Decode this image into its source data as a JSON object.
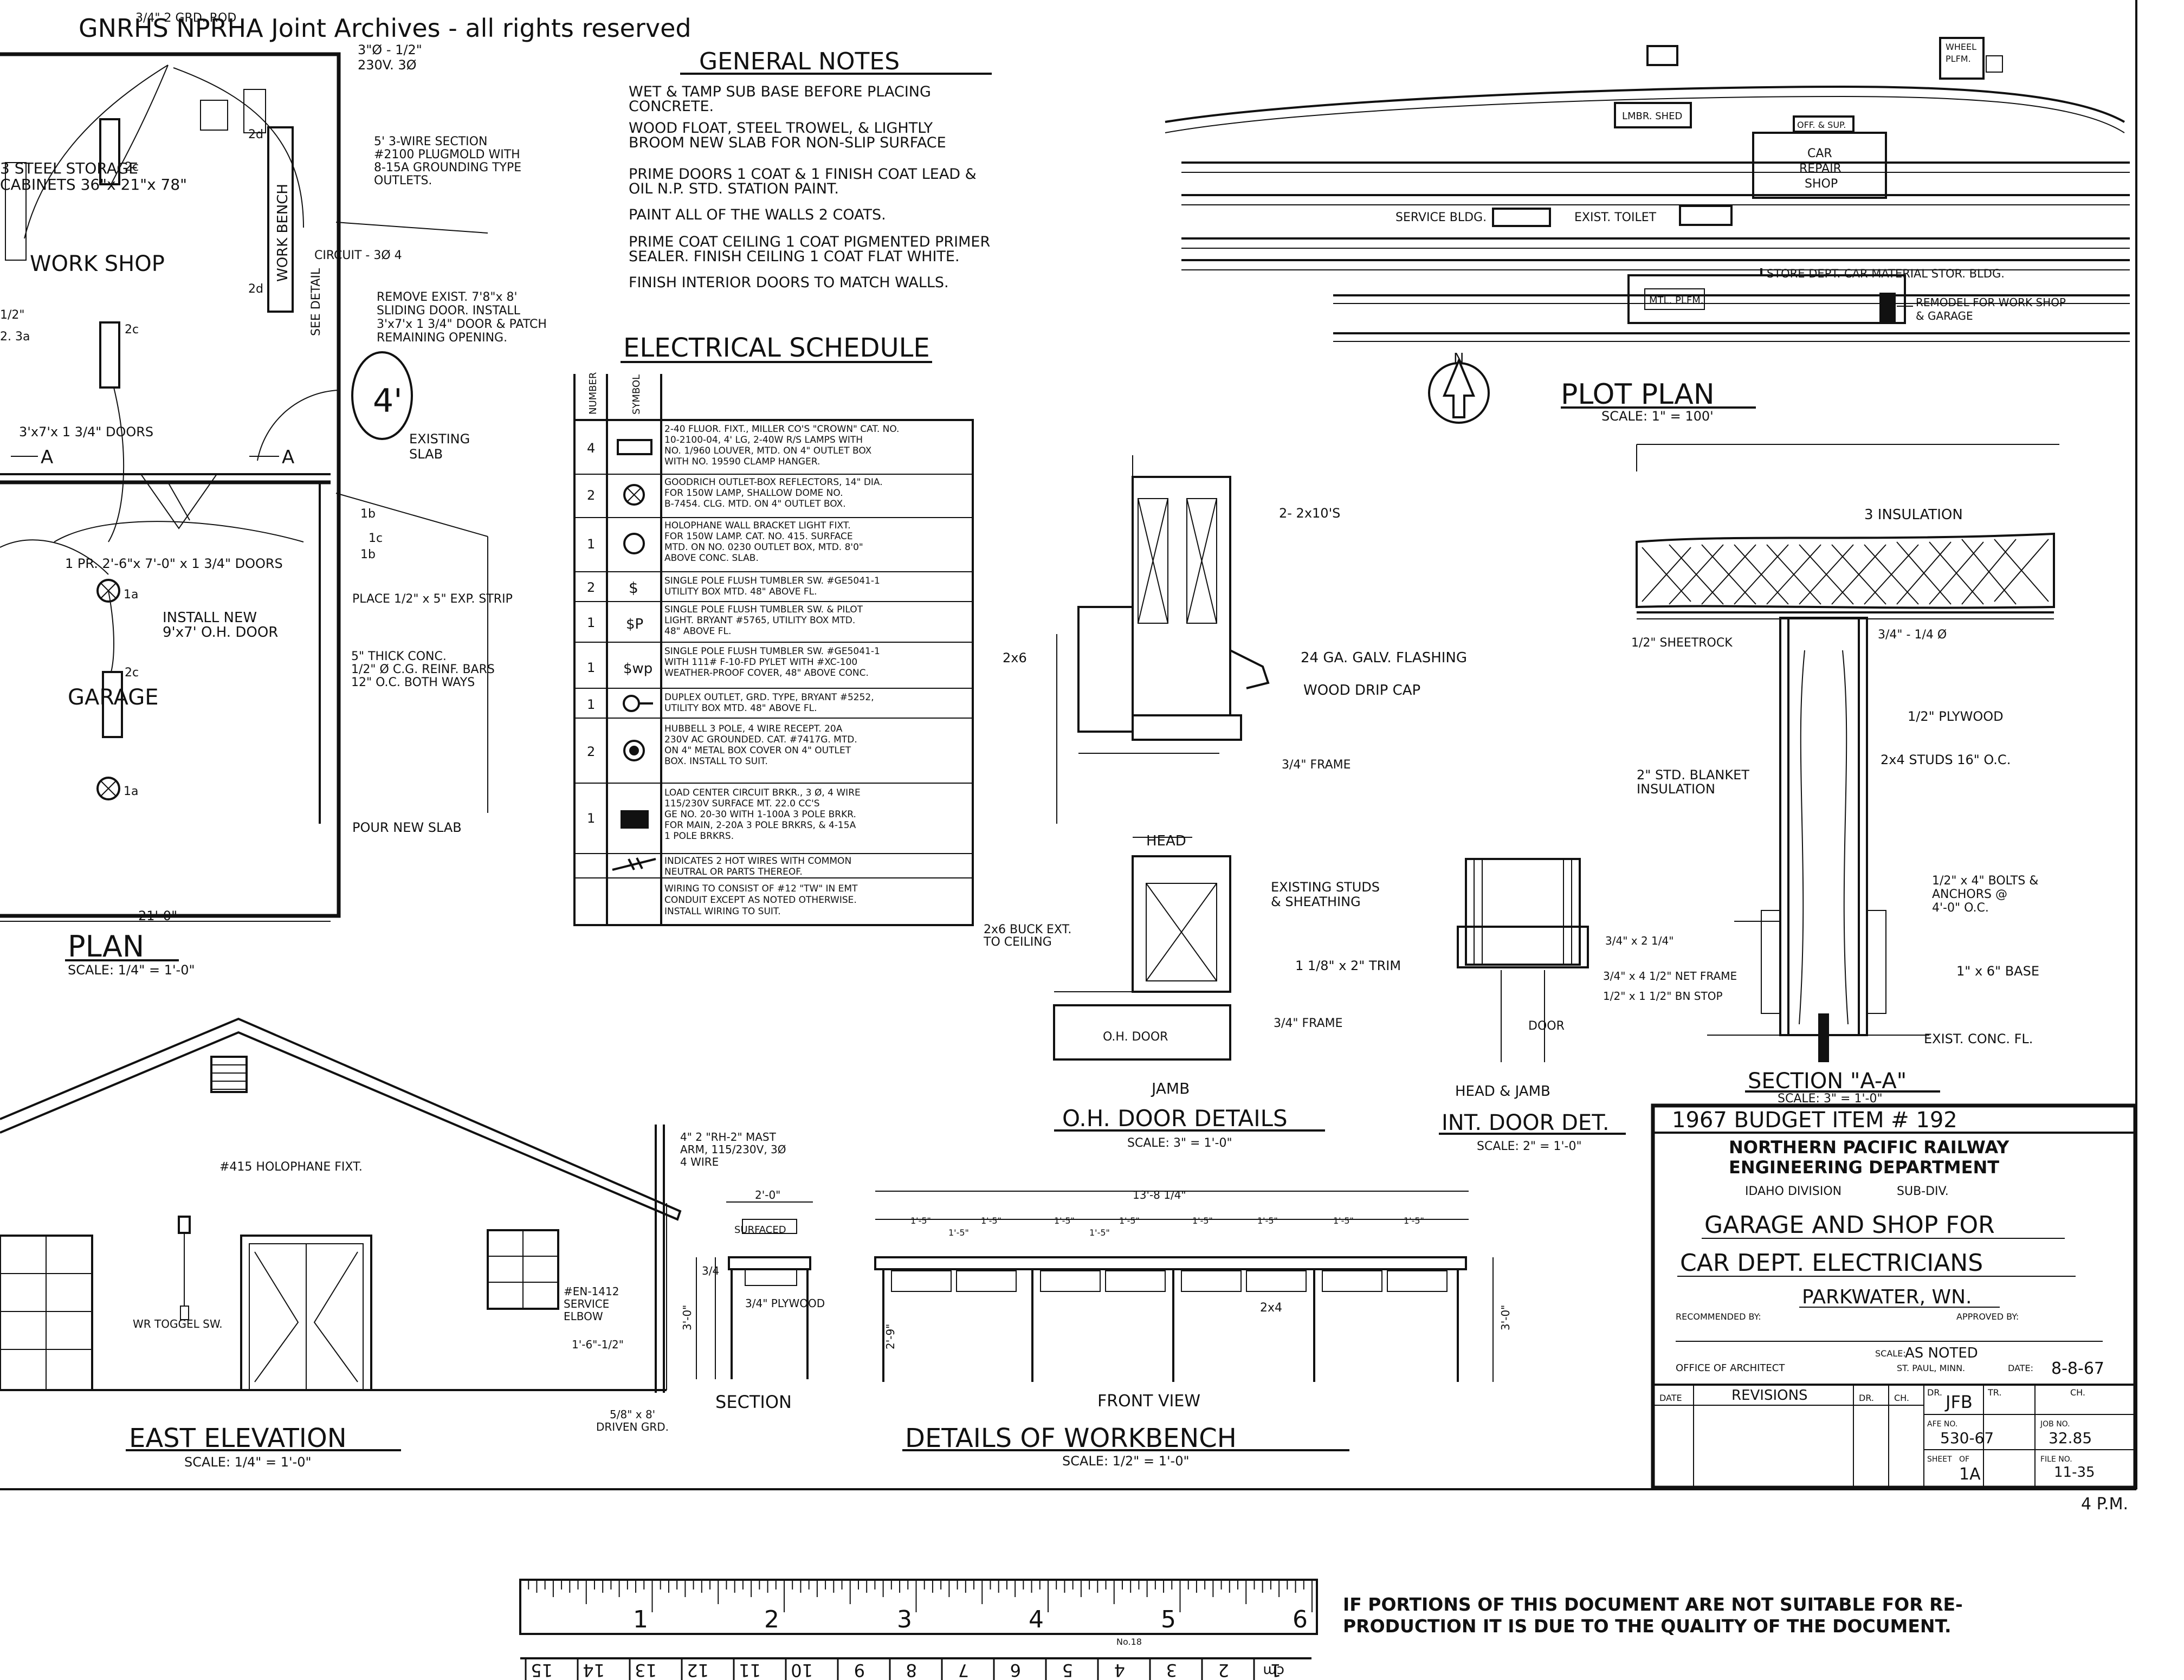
{
  "watermark": "GNRHS NPRHA Joint Archives - all rights reserved",
  "general_notes": {
    "title": "GENERAL NOTES",
    "items": [
      [
        "WET & TAMP SUB BASE BEFORE PLACING",
        "CONCRETE."
      ],
      [
        "WOOD FLOAT, STEEL TROWEL, & LIGHTLY",
        "BROOM NEW SLAB FOR NON-SLIP SURFACE"
      ],
      [
        "PRIME DOORS 1 COAT & 1 FINISH COAT LEAD &",
        "OIL N.P. STD. STATION PAINT."
      ],
      [
        "PAINT ALL OF THE WALLS 2 COATS."
      ],
      [
        "PRIME COAT CEILING 1 COAT PIGMENTED PRIMER",
        "SEALER. FINISH CEILING 1 COAT FLAT WHITE."
      ],
      [
        "FINISH INTERIOR DOORS TO MATCH WALLS."
      ]
    ]
  },
  "electrical_schedule": {
    "title": "ELECTRICAL SCHEDULE",
    "col_number": "NUMBER",
    "col_symbol": "SYMBOL",
    "rows": [
      {
        "num": "4",
        "sym": "rect",
        "desc": [
          "2-40 FLUOR. FIXT., MILLER CO'S \"CROWN\" CAT. NO.",
          "10-2100-04, 4' LG, 2-40W R/S LAMPS WITH",
          "NO. 1/960 LOUVER, MTD. ON 4\" OUTLET BOX",
          "WITH NO. 19590 CLAMP HANGER."
        ]
      },
      {
        "num": "2",
        "sym": "reflector",
        "desc": [
          "GOODRICH OUTLET-BOX REFLECTORS, 14\" DIA.",
          "FOR 150W LAMP, SHALLOW DOME NO.",
          "B-7454. CLG. MTD. ON 4\" OUTLET BOX."
        ]
      },
      {
        "num": "1",
        "sym": "bracket",
        "desc": [
          "HOLOPHANE WALL BRACKET LIGHT FIXT.",
          "FOR 150W LAMP. CAT. NO. 415. SURFACE",
          "MTD. ON NO. 0230 OUTLET BOX, MTD. 8'0\"",
          "ABOVE CONC. SLAB."
        ]
      },
      {
        "num": "2",
        "sym": "switch",
        "desc": [
          "SINGLE POLE FLUSH TUMBLER SW. #GE5041-1",
          "UTILITY BOX MTD. 48\" ABOVE FL."
        ]
      },
      {
        "num": "1",
        "sym": "switch-pilot",
        "desc": [
          "SINGLE POLE FLUSH TUMBLER SW. & PILOT",
          "LIGHT. BRYANT #5765, UTILITY BOX MTD.",
          "48\" ABOVE FL."
        ]
      },
      {
        "num": "1",
        "sym": "switch-wp",
        "desc": [
          "SINGLE POLE FLUSH TUMBLER SW. #GE5041-1",
          "WITH 111# F-10-FD PYLET WITH #XC-100",
          "WEATHER-PROOF COVER, 48\" ABOVE CONC."
        ]
      },
      {
        "num": "1",
        "sym": "duplex",
        "desc": [
          "DUPLEX OUTLET, GRD. TYPE, BRYANT #5252,",
          "UTILITY BOX MTD. 48\" ABOVE FL."
        ]
      },
      {
        "num": "2",
        "sym": "receptacle",
        "desc": [
          "HUBBELL 3 POLE, 4 WIRE RECEPT. 20A",
          "230V AC GROUNDED. CAT. #7417G. MTD.",
          "ON 4\" METAL BOX COVER ON 4\" OUTLET",
          "BOX. INSTALL TO SUIT."
        ]
      },
      {
        "num": "1",
        "sym": "panel",
        "desc": [
          "LOAD CENTER CIRCUIT BRKR., 3 Ø, 4 WIRE",
          "115/230V SURFACE MT. 22.0 CC'S",
          "GE NO. 20-30 WITH 1-100A 3 POLE BRKR.",
          "FOR MAIN, 2-20A 3 POLE BRKRS, & 4-15A",
          "1 POLE BRKRS."
        ]
      },
      {
        "num": "",
        "sym": "hotwire",
        "desc": [
          "INDICATES 2 HOT WIRES WITH COMMON",
          "NEUTRAL OR PARTS THEREOF."
        ]
      },
      {
        "num": "",
        "sym": "",
        "desc": [
          "WIRING TO CONSIST OF #12 \"TW\" IN EMT",
          "CONDUIT EXCEPT AS NOTED OTHERWISE.",
          "INSTALL WIRING TO SUIT."
        ]
      }
    ]
  },
  "floor_plan": {
    "top_note": "3/4\" 2 GRD. ROD",
    "power_note": [
      "3\"Ø - 1/2\"",
      "230V. 3Ø"
    ],
    "label_steel_storage": [
      "3 STEEL STORAGE",
      "CABINETS 36\"x 21\"x 78\""
    ],
    "label_workshop": "WORK SHOP",
    "label_garage": "GARAGE",
    "label_work_bench": "WORK BENCH",
    "label_see_detail": "SEE DETAIL",
    "label_circuit": "CIRCUIT - 3Ø 4",
    "note_plugmold": [
      "5' 3-WIRE SECTION",
      "#2100 PLUGMOLD WITH",
      "8-15A GROUNDING TYPE",
      "OUTLETS."
    ],
    "note_remove": [
      "REMOVE EXIST. 7'8\"x 8'",
      "SLIDING DOOR. INSTALL",
      "3'x7'x 1 3/4\" DOOR & PATCH",
      "REMAINING OPENING."
    ],
    "note_existing_slab": [
      "EXISTING",
      "SLAB"
    ],
    "note_doors": "3'x7'x 1 3/4\" DOORS",
    "note_pr_doors": "1 PR. 2'-6\"x 7'-0\" x 1 3/4\" DOORS",
    "note_oh_door": [
      "INSTALL NEW",
      "9'x7' O.H. DOOR"
    ],
    "note_exp_strip": "PLACE 1/2\" x 5\" EXP. STRIP",
    "note_conc": [
      "5\" THICK CONC.",
      "1/2\" Ø C.G. REINF. BARS",
      "12\" O.C. BOTH WAYS"
    ],
    "note_pour": "POUR NEW SLAB",
    "dim_width": "21'-0\"",
    "circle_mark": "4'",
    "section_marker": "A",
    "circuit_tags": [
      "2c",
      "2c",
      "2c",
      "2d",
      "2d",
      "1a",
      "1a",
      "1b",
      "1b",
      "1c"
    ],
    "sheetrock_notes": [
      "1/2\"",
      "2. 3a"
    ],
    "title": "PLAN",
    "scale": "SCALE: 1/4\" = 1'-0\""
  },
  "plot_plan": {
    "labels": {
      "wheel": [
        "WHEEL",
        "PLFM."
      ],
      "lmbr_shed": "LMBR. SHED",
      "off_sup": "OFF. & SUP.",
      "car_repair": [
        "CAR",
        "REPAIR",
        "SHOP"
      ],
      "service_bldg": "SERVICE BLDG.",
      "exist_toilet": "EXIST. TOILET",
      "store_dept": "STORE DEPT. CAR MATERIAL STOR. BLDG.",
      "mtl_plfm": "MTL. PLFM.",
      "remodel": [
        "REMODEL FOR WORK SHOP",
        "& GARAGE"
      ],
      "north": "N"
    },
    "title": "PLOT PLAN",
    "scale": "SCALE: 1\" = 100'"
  },
  "oh_door": {
    "labels": {
      "two_2x10": "2- 2x10'S",
      "two_2x6": "2x6",
      "flashing": "24 GA. GALV. FLASHING",
      "drip_cap": "WOOD DRIP CAP",
      "frame": "3/4\" FRAME",
      "head": "HEAD",
      "studs": [
        "EXISTING STUDS",
        "& SHEATHING"
      ],
      "buck": [
        "2x6 BUCK EXT.",
        "TO CEILING"
      ],
      "trim": "1 1/8\" x 2\" TRIM",
      "frame2": "3/4\" FRAME",
      "oh_door_label": "O.H. DOOR",
      "jamb": "JAMB"
    },
    "title": "O.H. DOOR DETAILS",
    "scale": "SCALE: 3\" = 1'-0\""
  },
  "int_door": {
    "labels": {
      "frame_dim": "3/4\" x 2 1/4\"",
      "net_frame": "3/4\" x 4 1/2\" NET FRAME",
      "stop": "1/2\" x 1 1/2\" BN STOP",
      "door": "DOOR",
      "head_jamb": "HEAD & JAMB"
    },
    "title": "INT. DOOR DET.",
    "scale": "SCALE: 2\" = 1'-0\""
  },
  "section_aa": {
    "labels": {
      "insulation": "3 INSULATION",
      "sheetrock": "1/2\" SHEETROCK",
      "dim": "3/4\" - 1/4 Ø",
      "plywood": "1/2\" PLYWOOD",
      "studs": "2x4 STUDS 16\" O.C.",
      "blanket": [
        "2\" STD. BLANKET",
        "INSULATION"
      ],
      "bolts": [
        "1/2\" x 4\" BOLTS &",
        "ANCHORS @",
        "4'-0\" O.C."
      ],
      "base": "1\" x 6\" BASE",
      "exist_conc": "EXIST. CONC. FL."
    },
    "title": "SECTION \"A-A\"",
    "scale": "SCALE: 3\" = 1'-0\""
  },
  "east_elevation": {
    "labels": {
      "holophane": "#415 HOLOPHANE FIXT.",
      "toggle": "WR TOGGEL SW.",
      "mast": [
        "4\" 2 \"RH-2\" MAST",
        "ARM, 115/230V, 3Ø",
        "4 WIRE"
      ],
      "service_elbow": [
        "#EN-1412",
        "SERVICE",
        "ELBOW"
      ],
      "dim_mast": "1'-6\"-1/2\"",
      "ground": [
        "5/8\" x 8'",
        "DRIVEN GRD."
      ]
    },
    "title": "EAST ELEVATION",
    "scale": "SCALE: 1/4\" = 1'-0\""
  },
  "workbench": {
    "section_labels": {
      "width": "2'-0\"",
      "surfaced": "SURFACED",
      "plywood": "3/4\" PLYWOOD",
      "dim_side": "3/4",
      "height": "3'-0\"",
      "title": "SECTION"
    },
    "front_labels": {
      "overall": "13'-8 1/4\"",
      "bays": [
        "1'-5\"",
        "1'-5\"",
        "1'-5\"",
        "1'-5\"",
        "1'-5\"",
        "1'-5\"",
        "1'-5\"",
        "1'-5\"",
        "1'-5\"",
        "1'-5\""
      ],
      "leg": "2x4",
      "height": "3'-0\"",
      "mid": "2'-9\"",
      "title": "FRONT VIEW"
    },
    "title": "DETAILS OF WORKBENCH",
    "scale": "SCALE: 1/2\" = 1'-0\""
  },
  "title_block": {
    "budget": "1967 BUDGET ITEM # 192",
    "company": "NORTHERN PACIFIC RAILWAY",
    "department": "ENGINEERING DEPARTMENT",
    "division": "IDAHO DIVISION",
    "subdiv": "SUB-DIV.",
    "title_line1": "GARAGE AND SHOP FOR",
    "title_line2": "CAR DEPT. ELECTRICIANS",
    "location": "PARKWATER, WN.",
    "recommended": "RECOMMENDED BY:",
    "approved": "APPROVED BY:",
    "scale_label": "SCALE:",
    "scale_value": "AS NOTED",
    "office": "OFFICE OF ARCHITECT",
    "city": "ST. PAUL, MINN.",
    "date_label": "DATE:",
    "date_value": "8-8-67",
    "rev_date": "DATE",
    "revisions": "REVISIONS",
    "dr": "DR.",
    "ch": "CH.",
    "dr_initials": "JFB",
    "tr": "TR.",
    "ch2": "CH.",
    "afe_label": "AFE NO.",
    "afe_value": "530-67",
    "job_label": "JOB NO.",
    "job_value": "32.85",
    "sheet_label": "SHEET",
    "of_label": "OF",
    "sheet_value": "1A",
    "file_label": "FILE NO.",
    "file_value": "11-35",
    "corner": "4 P.M."
  },
  "ruler": {
    "top_numbers": [
      "1",
      "2",
      "3",
      "4",
      "5",
      "6"
    ],
    "bottom_numbers": [
      "1",
      "2",
      "3",
      "4",
      "5",
      "6",
      "7",
      "8",
      "9",
      "10",
      "11",
      "12",
      "13",
      "14",
      "15"
    ],
    "bottom_unit": "cm",
    "maker": "No.18"
  },
  "disclaimer": [
    "IF PORTIONS OF THIS DOCUMENT ARE NOT SUITABLE FOR RE-",
    "PRODUCTION IT IS DUE TO THE QUALITY OF THE DOCUMENT."
  ]
}
